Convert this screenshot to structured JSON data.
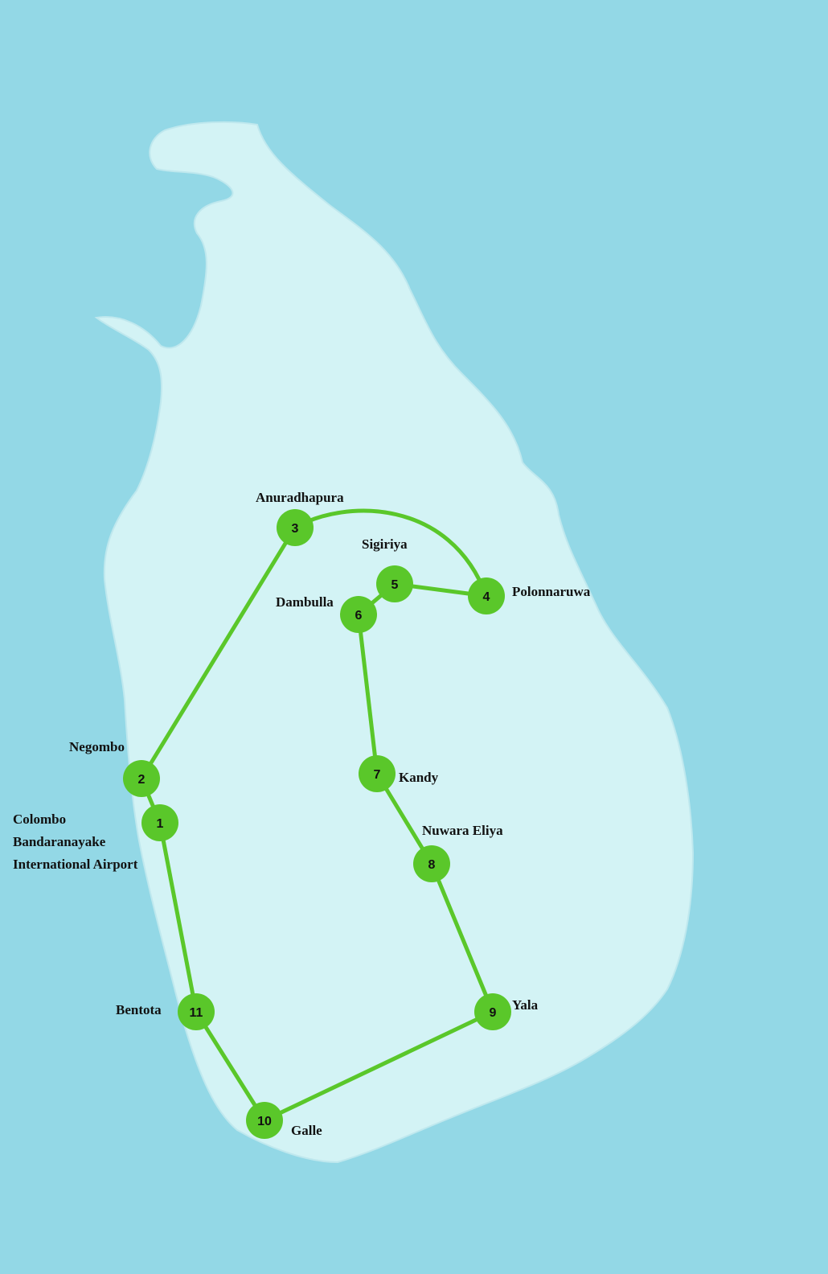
{
  "map": {
    "colors": {
      "sea": "#93d8e6",
      "land": "#d3f3f5",
      "route": "#5ac72a",
      "marker": "#5ac72a"
    },
    "stops": [
      {
        "number": "1",
        "name": "Colombo Bandaranayake International Airport",
        "name_lines": [
          "Colombo",
          "Bandaranayake",
          "International Airport"
        ]
      },
      {
        "number": "2",
        "name": "Negombo"
      },
      {
        "number": "3",
        "name": "Anuradhapura"
      },
      {
        "number": "4",
        "name": "Polonnaruwa"
      },
      {
        "number": "5",
        "name": "Sigiriya"
      },
      {
        "number": "6",
        "name": "Dambulla"
      },
      {
        "number": "7",
        "name": "Kandy"
      },
      {
        "number": "8",
        "name": "Nuwara Eliya"
      },
      {
        "number": "9",
        "name": "Yala"
      },
      {
        "number": "10",
        "name": "Galle"
      },
      {
        "number": "11",
        "name": "Bentota"
      }
    ]
  }
}
